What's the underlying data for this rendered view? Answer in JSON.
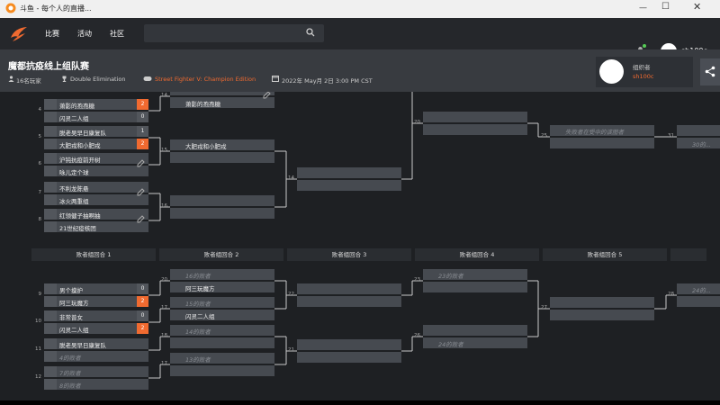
{
  "window": {
    "title": "斗鱼 - 每个人的直播...",
    "minimize_label": "—",
    "maximize_label": "☐",
    "close_label": "✕"
  },
  "nav": {
    "items": [
      "比赛",
      "活动",
      "社区"
    ],
    "search_placeholder": "",
    "username": "sh100c"
  },
  "tournament": {
    "title": "魔都抗疫线上组队赛",
    "players": "16名玩家",
    "format": "Double Elimination",
    "game": "Street Fighter V: Champion Edition",
    "date": "2022年 May月 2日 3:00 PM CST",
    "organizer_label": "组织者",
    "organizer_name": "sh100c"
  },
  "losers_rounds": [
    "败者组回合 1",
    "败者组回合 2",
    "败者组回合 3",
    "败者组回合 4",
    "败者组回合 5"
  ],
  "bracket": {
    "winners": [
      {
        "num": "4",
        "p1": "萧影的孢孢糖",
        "s1": "2",
        "w1": true,
        "p2": "闪灵二人组",
        "s2": "0",
        "w2": false
      },
      {
        "num": "5",
        "p1": "脱老吴早日康复队",
        "s1": "1",
        "w1": false,
        "p2": "大肥戎和小肥戎",
        "s2": "2",
        "w2": true
      },
      {
        "num": "6",
        "p1": "沪钝抗疫前开树",
        "s1": "",
        "w1": false,
        "p2": "咏儿定个球",
        "s2": "",
        "w2": false,
        "edit": true
      },
      {
        "num": "7",
        "p1": "不利龙陈悬",
        "s1": "",
        "w1": false,
        "p2": "冰火两重组",
        "s2": "",
        "w2": false,
        "edit": true
      },
      {
        "num": "8",
        "p1": "红领健子抽啊抽",
        "s1": "",
        "w1": false,
        "p2": "21世纪疫核团",
        "s2": "",
        "w2": false,
        "edit": true
      },
      {
        "num": "14",
        "p1": "",
        "p2": "萧影的孢孢糖",
        "edit": true
      },
      {
        "num": "15",
        "p1": "大肥戎和小肥戎",
        "p2": ""
      },
      {
        "num": "16",
        "p1": "",
        "p2": ""
      },
      {
        "num": "14",
        "p1": "",
        "p2": ""
      },
      {
        "num": "20",
        "p1": "",
        "p2": ""
      },
      {
        "num": "25",
        "p1": "失败者在受中的该图者",
        "p2": "",
        "ph1": true
      },
      {
        "num": "31",
        "p1": "",
        "p2": "30的..."
      }
    ],
    "losers": [
      {
        "num": "9",
        "p1": "男个摸护",
        "s1": "0",
        "w1": false,
        "p2": "阿三玩魔方",
        "s2": "2",
        "w2": true
      },
      {
        "num": "10",
        "p1": "非常普女",
        "s1": "0",
        "w1": false,
        "p2": "闪灵二人组",
        "s2": "2",
        "w2": true
      },
      {
        "num": "11",
        "p1": "脱老吴早日康复队",
        "p2": "4的败者",
        "ph2": true
      },
      {
        "num": "12",
        "p1": "7的败者",
        "p2": "8的败者",
        "ph1": true,
        "ph2": true
      },
      {
        "num": "20",
        "p1": "16的败者",
        "p2": "阿三玩魔方",
        "ph1": true
      },
      {
        "num": "17",
        "p1": "15的败者",
        "p2": "闪灵二人组",
        "ph1": true
      },
      {
        "num": "18",
        "p1": "14的败者",
        "p2": "",
        "ph1": true
      },
      {
        "num": "17",
        "p1": "13的败者",
        "p2": "",
        "ph1": true
      },
      {
        "num": "22",
        "p1": "",
        "p2": ""
      },
      {
        "num": "21",
        "p1": "",
        "p2": ""
      },
      {
        "num": "23",
        "p1": "23的败者",
        "p2": "",
        "ph1": true
      },
      {
        "num": "26",
        "p1": "",
        "p2": "24的败者",
        "ph2": true
      },
      {
        "num": "27",
        "p1": "",
        "p2": ""
      },
      {
        "num": "28",
        "p1": "24的...",
        "p2": "",
        "ph1": true
      }
    ]
  },
  "colors": {
    "accent": "#f06a30",
    "slot": "#464a50",
    "bg": "#1e2023"
  }
}
